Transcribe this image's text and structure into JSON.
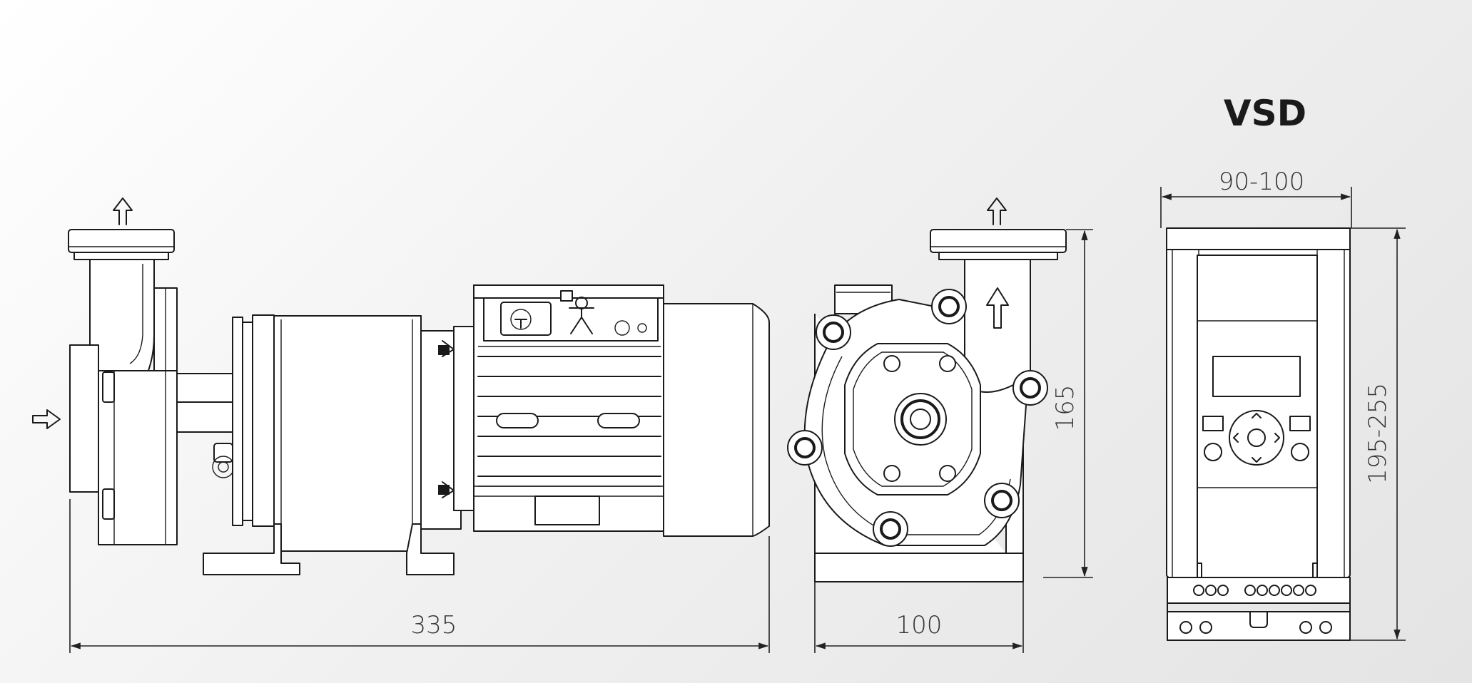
{
  "title": "VSD",
  "dimensions": {
    "pump_length": "335",
    "pump_width": "100",
    "pump_height": "165",
    "vsd_width": "90-100",
    "vsd_height": "195-255"
  },
  "colors": {
    "line": "#1a1a1a",
    "background_light": "#ffffff",
    "background_dark": "#e4e4e4"
  },
  "icons": [
    "flow-arrow-icon",
    "earth-ground-icon",
    "terminal-screw-icon"
  ]
}
